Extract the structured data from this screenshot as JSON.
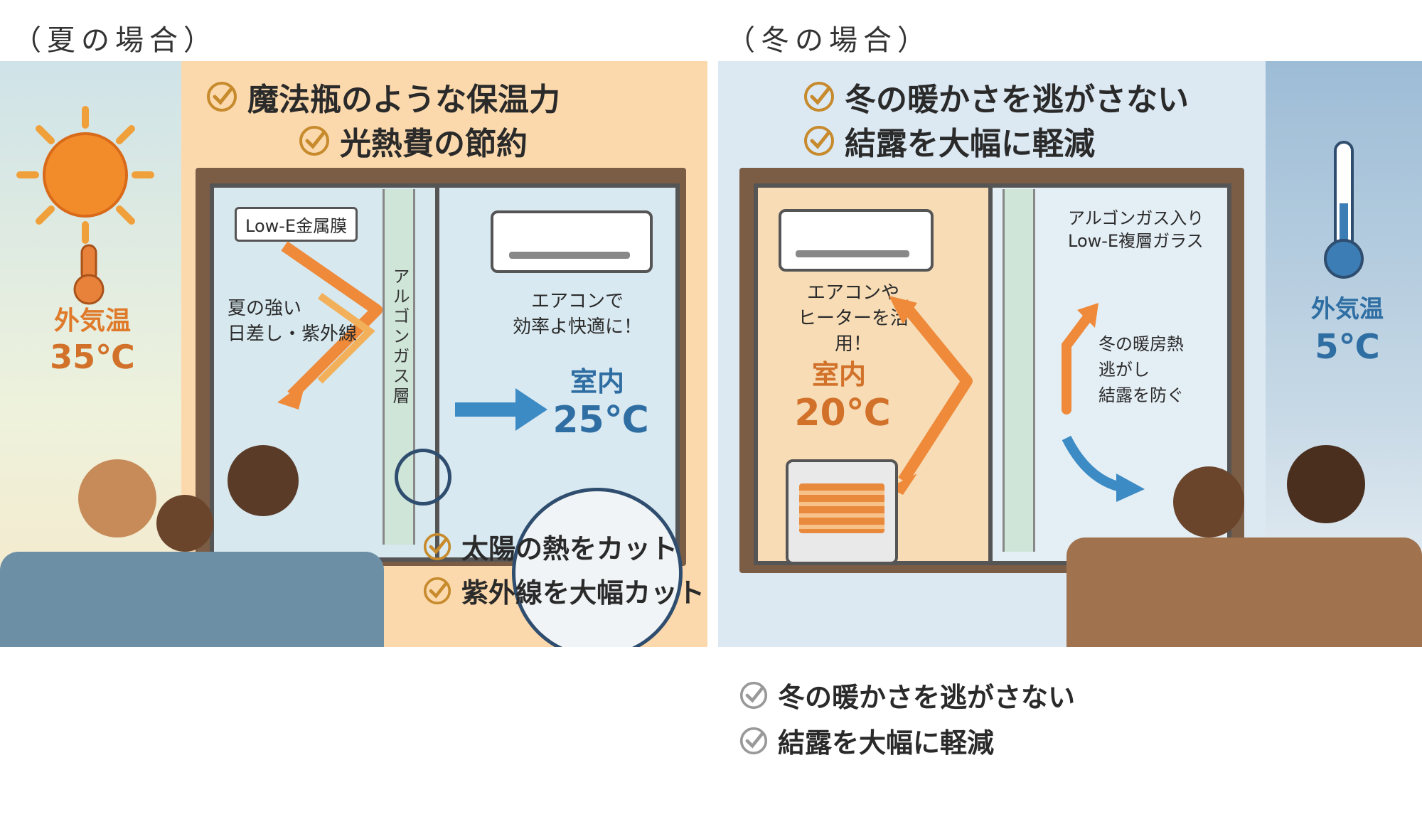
{
  "summer": {
    "heading": "（夏の場合）",
    "checks_top": [
      "魔法瓶のような保温力",
      "光熱費の節約"
    ],
    "outside_label": "外気温",
    "outside_temp": "35℃",
    "lowe_label": "Low-E金属膜",
    "sun_text": [
      "夏の強い",
      "日差し・紫外線"
    ],
    "argon_vertical": "アルゴンガス層",
    "ac_text": [
      "エアコンで",
      "効率よ快適に！"
    ],
    "room_label": "室内",
    "room_temp": "25℃",
    "checks_bottom": [
      "太陽の熱をカット",
      "紫外線を大幅カット"
    ]
  },
  "winter": {
    "heading": "（冬の場合）",
    "checks_top": [
      "冬の暖かさを逃がさない",
      "結露を大幅に軽減"
    ],
    "outside_label": "外気温",
    "outside_temp": "5℃",
    "glass_label": [
      "アルゴンガス入り",
      "Low-E複層ガラス"
    ],
    "heat_text": [
      "エアコンや",
      "ヒーターを活用！"
    ],
    "room_label": "室内",
    "room_temp": "20℃",
    "keep_text": [
      "冬の暖房熱",
      "逃がし",
      "結露を防ぐ"
    ],
    "checks_bottom": [
      "冬の暖かさを逃がさない",
      "結露を大幅に軽減"
    ]
  },
  "colors": {
    "summer_bg": "#fbd7a8",
    "sky_summer": "#dcebe6",
    "winter_bg": "#dbe9f3",
    "winter_sky": "#9fbfd9",
    "accent_orange": "#e87b2e",
    "accent_blue": "#2f6ea3",
    "check_gold": "#c78a2c"
  }
}
